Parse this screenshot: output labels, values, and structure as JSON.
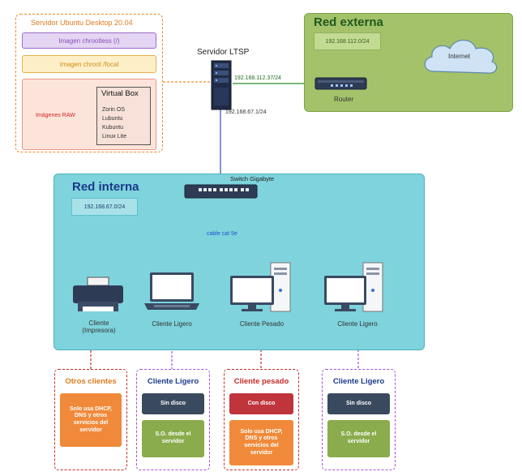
{
  "ubuntu": {
    "title": "Servidor Ubuntu Desktop 20.04",
    "chrootless": "Imagen chrootless (/)",
    "chroot": "Imagen chroot /focal",
    "raw": "Imágenes RAW",
    "virtualbox": {
      "title": "Virtual Box",
      "os": [
        "Zorin OS",
        "Lubuntu",
        "Kubuntu",
        "Linux Lite"
      ]
    }
  },
  "ltsp": {
    "label": "Servidor LTSP",
    "ip_ext": "192.168.112.37/24",
    "ip_int": "192.168.67.1/24"
  },
  "external": {
    "title": "Red externa",
    "ip": "192.168.112.0/24",
    "internet": "Internet",
    "router": "Router"
  },
  "internal": {
    "title": "Red interna",
    "ip": "192.168.67.0/24",
    "switch": "Switch Gigabyte",
    "cable": "cable cat 5e",
    "devices": {
      "printer": "Cliente\n(Impresora)",
      "laptop": "Cliente Ligero",
      "desktop_heavy": "Cliente Pesado",
      "desktop_light": "Cliente Ligero"
    }
  },
  "groups": {
    "otros": {
      "title": "Otros clientes",
      "block": "Solo usa DHCP,\nDNS y otros\nservicios del\nservidor"
    },
    "ligero1": {
      "title": "Cliente Ligero",
      "block1": "Sin disco",
      "block2": "S.O. desde el\nservidor"
    },
    "pesado": {
      "title": "Cliente pesado",
      "block1": "Con disco",
      "block2": "Solo usa DHCP,\nDNS y otros\nservicios del\nservidor"
    },
    "ligero2": {
      "title": "Cliente Ligero",
      "block1": "Sin disco",
      "block2": "S.O. desde el\nservidor"
    }
  },
  "colors": {
    "orange": "#f08a2a",
    "purple": "#a64fd6",
    "red": "#c62a2a",
    "green_net": "#a4c26a",
    "cyan_net": "#7ed3dc",
    "dark_block": "#3a4a5e",
    "olive_block": "#8aac4c"
  }
}
